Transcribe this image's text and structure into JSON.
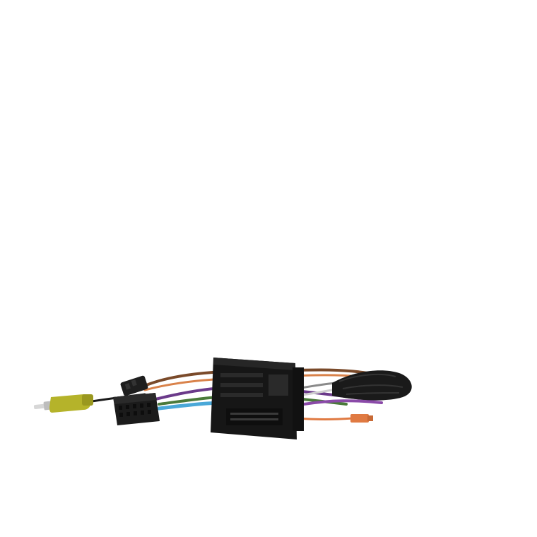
{
  "image": {
    "subject": "car-stereo-wiring-harness-adapter",
    "background_color": "#ffffff"
  },
  "colors": {
    "connector_body": "#161616",
    "rca_plug": "#b5b32a",
    "rca_tip": "#d7d7d7",
    "antenna_lead": "#e07a42",
    "wire_brown": "#7a4a2a",
    "wire_purple": "#6b3a8a",
    "wire_green": "#4a7a3a",
    "wire_blue": "#4aa8d8",
    "wire_orange": "#d9824a",
    "wire_gray": "#8a8a8a",
    "sleeve_black": "#1a1a1a"
  },
  "components": [
    {
      "name": "main-quadlock-connector",
      "icon": "connector-icon"
    },
    {
      "name": "rca-camera-plug",
      "icon": "rca-plug-icon"
    },
    {
      "name": "iso-plug-20pin",
      "icon": "plug-icon"
    },
    {
      "name": "small-connector",
      "icon": "plug-icon"
    },
    {
      "name": "antenna-plug",
      "icon": "plug-icon"
    },
    {
      "name": "wrapped-wire-bundle",
      "icon": "cable-icon"
    }
  ]
}
